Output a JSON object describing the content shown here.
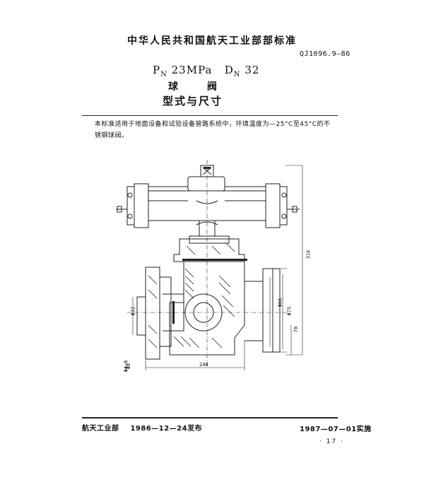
{
  "header": {
    "title": "中华人民共和国航天工业部部标准",
    "standard_number": "QJ1096.9—86"
  },
  "spec": {
    "pressure_prefix": "P",
    "pressure_sub": "N",
    "pressure_value": "23MPa",
    "diameter_prefix": "D",
    "diameter_sub": "N",
    "diameter_value": "32",
    "doc_name": "球 阀",
    "doc_subtitle": "型式与尺寸"
  },
  "body": {
    "scope_text": "本标准适用于地面设备和试验设备管路系统中，环境温度为—25°C至45°C的不锈钢球阀。"
  },
  "drawing": {
    "dimensions": {
      "height_total": "316",
      "height_lower": "70",
      "width_length": "240",
      "dia_g": "Φ32",
      "dia_a": "Φ66",
      "dia_b": "Φ75",
      "left_a": "Φ32",
      "left_b": "Φ4.5",
      "left_c": "Φ8"
    }
  },
  "footer": {
    "issuer": "航天工业部",
    "issue_date": "1986—12—24发布",
    "effective_date": "1987—07—01实施",
    "page": "· 17 ·"
  }
}
